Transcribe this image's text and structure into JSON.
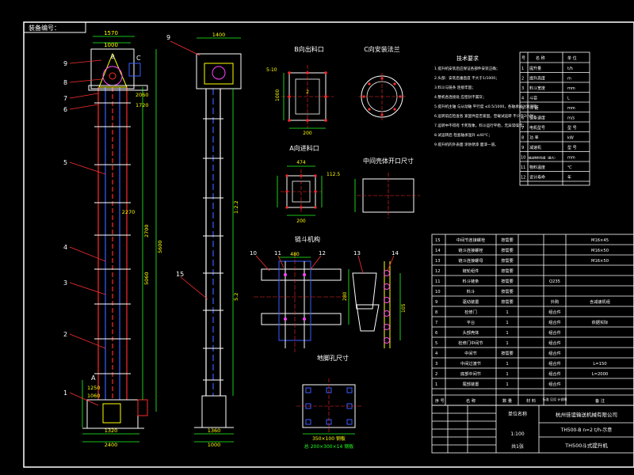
{
  "sheet": {
    "header_label": "装备编号：",
    "colors": {
      "background": "#000000",
      "frame": "#ffffff",
      "outline": "#ffffff",
      "casing_red": "#ff2a2a",
      "casing_blue": "#3a5cff",
      "dim_green": "#22ff22",
      "dim_yellow": "#ffff00",
      "leader_red": "#ff3030",
      "magenta": "#ff44ff",
      "cyan": "#00ffff",
      "text": "#ffffff"
    }
  },
  "front_view": {
    "top_dims": [
      "1570",
      "1000"
    ],
    "head_callouts": [
      "B",
      "C"
    ],
    "part_numbers": [
      "9",
      "8",
      "7",
      "6",
      "5",
      "4",
      "3",
      "2",
      "1"
    ],
    "head_dims": [
      "2060",
      "1720"
    ],
    "side_dims": [
      "2270",
      "2700",
      "5060",
      "5600"
    ],
    "base_label": "A",
    "base_dims": [
      "1250",
      "1060",
      "1320",
      "2400"
    ]
  },
  "side_view": {
    "top_dim": "1400",
    "part_numbers": [
      "9",
      "15"
    ],
    "side_dims": [
      "1:2.2",
      "5.2"
    ],
    "base_dims": [
      "1360",
      "1000"
    ]
  },
  "section_b": {
    "title": "B向出料口",
    "dims": [
      "1000",
      "200",
      "2",
      "5-10"
    ]
  },
  "section_c": {
    "title": "C向安装法兰"
  },
  "section_a": {
    "title": "A向进料口",
    "dims": [
      "474",
      "112.5",
      "200"
    ]
  },
  "middle_section": {
    "title": "中间壳体开口尺寸"
  },
  "bucket": {
    "title": "链斗机构",
    "callouts": [
      "10",
      "11",
      "12",
      "13",
      "14"
    ],
    "dims": [
      "480",
      "280",
      "105"
    ]
  },
  "foundation": {
    "title": "地脚孔尺寸",
    "dims": [
      "350×100 钢板",
      "总 200×300×14 钢板"
    ]
  },
  "notes": {
    "title": "技术要求",
    "items": [
      "1.提升机安装后应保证各部件安装正确；",
      "2.头部：安装后垂直度 不大于1/1000；",
      "3.料斗与链条 连接牢固；",
      "4.整机各连接处 应密封不漏灰；",
      "5.提升机主轴 与从动轴 平行度 ≤0.5/1000，各轴承加注润滑脂；",
      "6.运转前应检查各 紧固件是否紧固，空载试运转 不少于2小时；",
      "7.运转中不得有 卡死现象，料斗运行平稳，无异常噪音；",
      "8.试运转后 检查轴承温升 ≤40℃；",
      "9.提升机的外表面 涂防锈漆 面漆一道。"
    ]
  },
  "spec_table": {
    "header": [
      "号",
      "名 称",
      "单 位"
    ],
    "rows": [
      [
        "1",
        "提升量",
        "t/h"
      ],
      [
        "2",
        "提升高度",
        "m"
      ],
      [
        "3",
        "料斗宽度",
        "mm"
      ],
      [
        "4",
        "斗容",
        "L"
      ],
      [
        "5",
        "斗 距",
        "mm"
      ],
      [
        "6",
        "链条速度",
        "m/s"
      ],
      [
        "7",
        "电机型号",
        "型 号"
      ],
      [
        "8",
        "功 率",
        "kW"
      ],
      [
        "9",
        "减速机",
        "型 号"
      ],
      [
        "10",
        "输送物料粒度（最大）",
        "mm"
      ],
      [
        "11",
        "物料温度",
        "℃"
      ],
      [
        "12",
        "设计寿命",
        "年"
      ]
    ]
  },
  "bom": {
    "rows": [
      [
        "15",
        "中间节连接螺栓",
        "按需要",
        "",
        "M16×45"
      ],
      [
        "14",
        "链斗连接螺栓",
        "按需要",
        "",
        "M16×50"
      ],
      [
        "13",
        "链斗连接螺母",
        "按需要",
        "",
        "M16×50"
      ],
      [
        "12",
        "链轮组件",
        "按需要",
        "",
        ""
      ],
      [
        "11",
        "料斗链条",
        "按需要",
        "Q235",
        ""
      ],
      [
        "10",
        "料斗",
        "按需要",
        "",
        ""
      ],
      [
        "9",
        "驱动装置",
        "按需要",
        "外购",
        "含减速机组"
      ],
      [
        "8",
        "检修门",
        "1",
        "组合件",
        ""
      ],
      [
        "7",
        "平台",
        "1",
        "组合件",
        "依据实际"
      ],
      [
        "6",
        "头部壳体",
        "1",
        "组合件",
        ""
      ],
      [
        "5",
        "检修门中间节",
        "1",
        "组合件",
        ""
      ],
      [
        "4",
        "中间节",
        "按需要",
        "组合件",
        ""
      ],
      [
        "3",
        "中间过渡节",
        "1",
        "组合件",
        "L=150"
      ],
      [
        "2",
        "底部中间节",
        "1",
        "组合件",
        "L=2000"
      ],
      [
        "1",
        "尾部装置",
        "1",
        "组合件",
        ""
      ]
    ],
    "header": [
      "序 号",
      "名 称",
      "数 量",
      "材 料",
      "备 注"
    ],
    "header_extra": "标准 见设 计说明"
  },
  "title_block": {
    "company": "杭州佳谊输送机械有限公司",
    "unit": "单位名称",
    "drawing_no": "TH500-B  n=2  t/h-示意",
    "drawing_name": "TH500斗式提升机",
    "scale": "1:100",
    "sheet": "共1张"
  }
}
